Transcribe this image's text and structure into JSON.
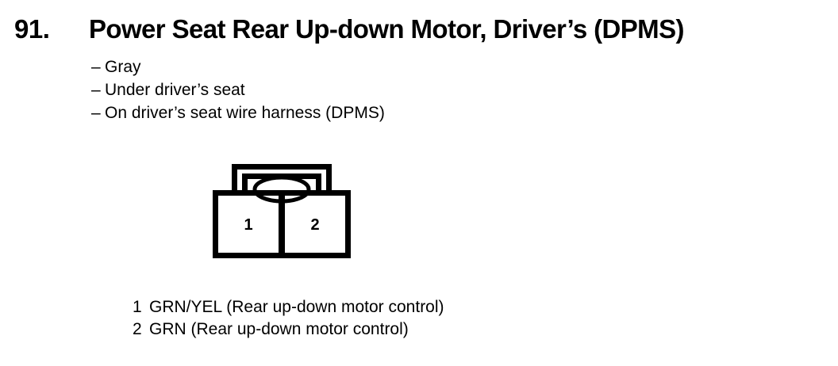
{
  "page": {
    "background_color": "#ffffff",
    "ink_color": "#000000"
  },
  "entry": {
    "number": "91.",
    "title": "Power Seat Rear Up-down Motor, Driver’s (DPMS)"
  },
  "attributes": {
    "dash": "–",
    "items": [
      {
        "label": "Gray"
      },
      {
        "label": "Under driver’s seat"
      },
      {
        "label": "On driver’s seat wire harness (DPMS)"
      }
    ]
  },
  "connector": {
    "name": "2-cavity-connector",
    "cavity_count": 2,
    "cavities": [
      {
        "number": "1"
      },
      {
        "number": "2"
      }
    ],
    "locking_tab": {
      "name": "locking-tab",
      "shape": "nested-rectangles-with-ellipse"
    }
  },
  "pin_legend": {
    "rows": [
      {
        "pin": "1",
        "description": "GRN/YEL (Rear up-down motor control)"
      },
      {
        "pin": "2",
        "description": "GRN (Rear up-down motor control)"
      }
    ]
  }
}
